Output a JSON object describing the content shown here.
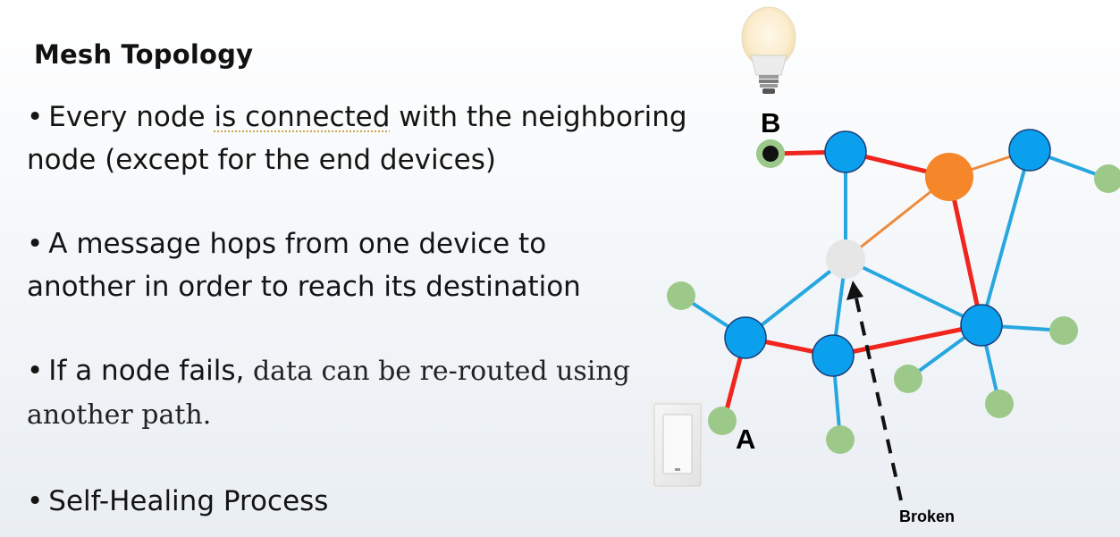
{
  "slide": {
    "title": "Mesh Topology",
    "bullets": [
      {
        "dot": "•",
        "pre": "Every node ",
        "underlined": "is connected",
        "post": " with the neighboring node (except for the end devices)"
      },
      {
        "dot": "•",
        "text": "A message hops from one device to another in order to reach its destination"
      },
      {
        "dot": "•",
        "lead": "If a node fails,",
        "serif": " data can be re-routed using another path."
      },
      {
        "dot": "•",
        "text": "Self-Healing Process"
      }
    ]
  },
  "diagram": {
    "label_b": "B",
    "label_a": "A",
    "label_broken": "Broken",
    "colors": {
      "router": "#0aa0ee",
      "router_stroke": "#1a3f7a",
      "end_device": "#9cc98a",
      "failed_node": "#e6e6e6",
      "coordinator": "#f5862a",
      "active_path": "#f0251d",
      "link": "#27a7e0",
      "alt_link": "#ee8a3a"
    }
  }
}
